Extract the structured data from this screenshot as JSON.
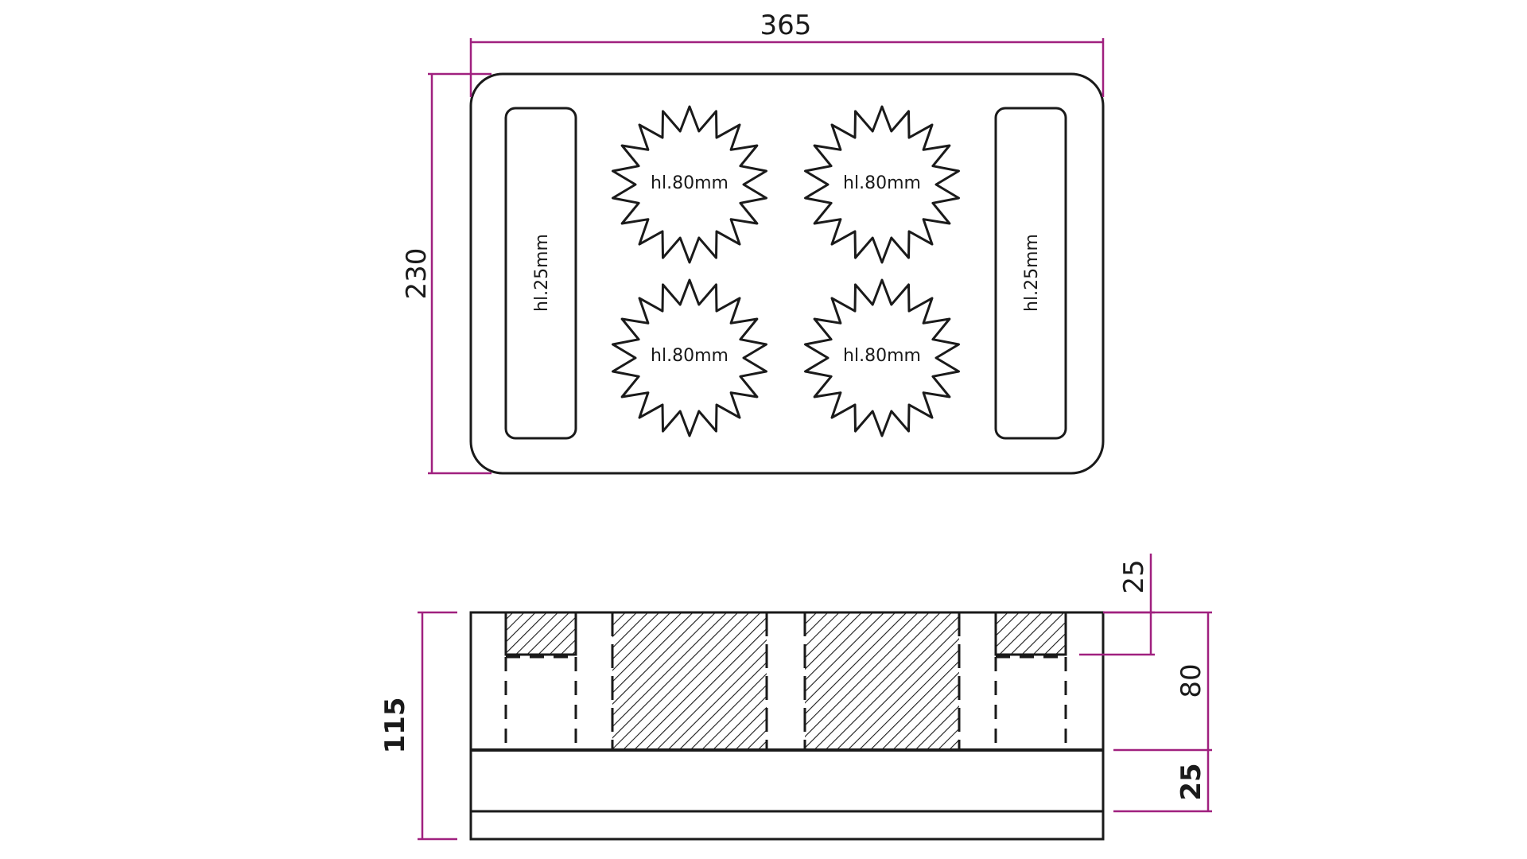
{
  "top_view": {
    "width_dim": "365",
    "height_dim": "230",
    "cup_label": "hl.80mm",
    "slot_label": "hl.25mm"
  },
  "side_view": {
    "total_height_dim": "115",
    "slot_depth_dim": "25",
    "cup_depth_dim": "80",
    "base_dim": "25"
  },
  "colors": {
    "outline": "#1a1a1a",
    "dimension": "#a0207f"
  }
}
